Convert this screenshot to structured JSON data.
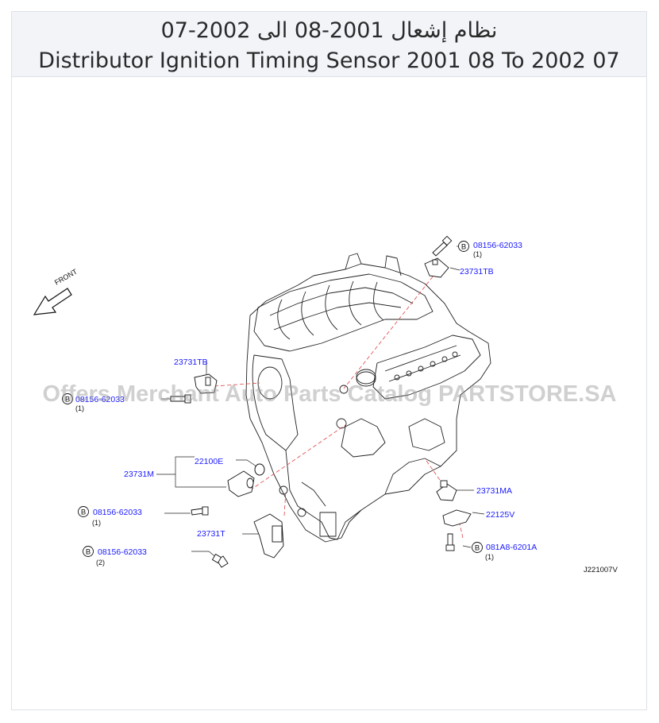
{
  "header": {
    "title_ar": "نظام إشعال 2001-08 الى 2002-07",
    "title_en": "Distributor Ignition Timing Sensor 2001 08 To 2002 07"
  },
  "watermark": "Offers Merchant Auto Parts Catalog PARTSTORE.SA",
  "diagram": {
    "front_label": "FRONT",
    "bolt_marker": "B",
    "drawing_code": "J221007V",
    "labels": {
      "bolt_top": "08156-62033",
      "bolt_top_qty": "(1)",
      "sensor_tb_top": "23731TB",
      "sensor_tb_left": "23731TB",
      "bolt_left": "08156-62033",
      "bolt_left_qty": "(1)",
      "oring": "22100E",
      "sensor_m": "23731M",
      "bolt_mid": "08156-62033",
      "bolt_mid_qty": "(1)",
      "sensor_t": "23731T",
      "bolt_low": "08156-62033",
      "bolt_low_qty": "(2)",
      "sensor_ma": "23731MA",
      "sensor_v": "22125V",
      "bolt_right": "081A8-6201A",
      "bolt_right_qty": "(1)"
    }
  }
}
